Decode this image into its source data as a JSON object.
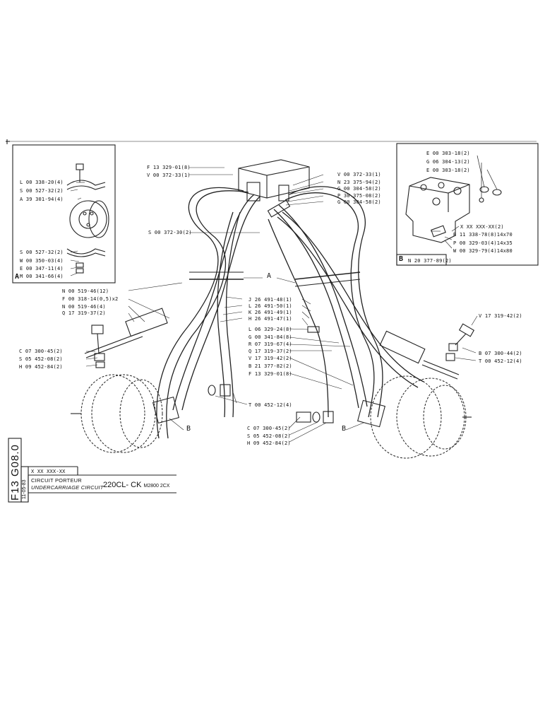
{
  "document": {
    "sheet_ref": "F13 G08.0",
    "date": "11-05-83",
    "part_code": "X XX XXX-XX",
    "title_fr": "CIRCUIT PORTEUR",
    "title_en": "UNDERCARRIAGE CIRCUIT",
    "model": "220CL- CK",
    "model_sub": "M2800 2CX"
  },
  "inset_a": {
    "label": "A",
    "parts": [
      "L 00 338-20(4)",
      "S 00 527-32(2)",
      "A 39 301-94(4)",
      "S 00 527-32(2)",
      "W 00 350-03(4)",
      "E 00 347-11(4)",
      "M 00 341-66(4)"
    ]
  },
  "inset_b": {
    "label": "B",
    "ref": "N 20 377-89(2)",
    "parts": [
      "E 00 303-18(2)",
      "G 06 304-13(2)",
      "E 00 303-18(2)",
      "X XX XXX-XX(2)",
      "B 11 338-78(8)14x70",
      "P 00 329-03(4)14x35",
      "W 00 329-79(4)14x80"
    ]
  },
  "callouts": {
    "top_left": [
      "F 13 329-01(8)",
      "V 00 372-33(1)"
    ],
    "top_right": [
      "V 00 372-33(1)",
      "N 23 375-94(2)",
      "G 00 304-58(2)",
      "P 30 375-08(2)",
      "G 00 304-58(2)"
    ],
    "mid_left": "S 00 372-30(2)",
    "left_column": [
      "N 00 519-46(12)",
      "F 00 318-14(0,5)x2",
      "N 00 519-46(4)",
      "Q 17 319-37(2)"
    ],
    "left_fitting": [
      "C 07 300-45(2)",
      "S 05 452-08(2)",
      "H 09 452-84(2)"
    ],
    "center_column": [
      "J 26 491-48(1)",
      "L 26 491-50(1)",
      "K 26 491-49(1)",
      "H 26 491-47(1)",
      "L 06 329-24(8)",
      "G 00 341-84(8)",
      "R 07 319-67(4)",
      "Q 17 319-37(2)",
      "V 17 319-42(2)",
      "B 21 377-82(2)",
      "F 13 329-01(8)"
    ],
    "center_lower": "T 00 452-12(4)",
    "center_fitting": [
      "C 07 300-45(2)",
      "S 05 452-08(2)",
      "H 09 452-84(2)"
    ],
    "right_column": [
      "V 17 319-42(2)",
      "B 07 300-44(2)",
      "T 00 452-12(4)"
    ],
    "marker_a": "A",
    "marker_b_left": "B",
    "marker_b_right": "B"
  }
}
